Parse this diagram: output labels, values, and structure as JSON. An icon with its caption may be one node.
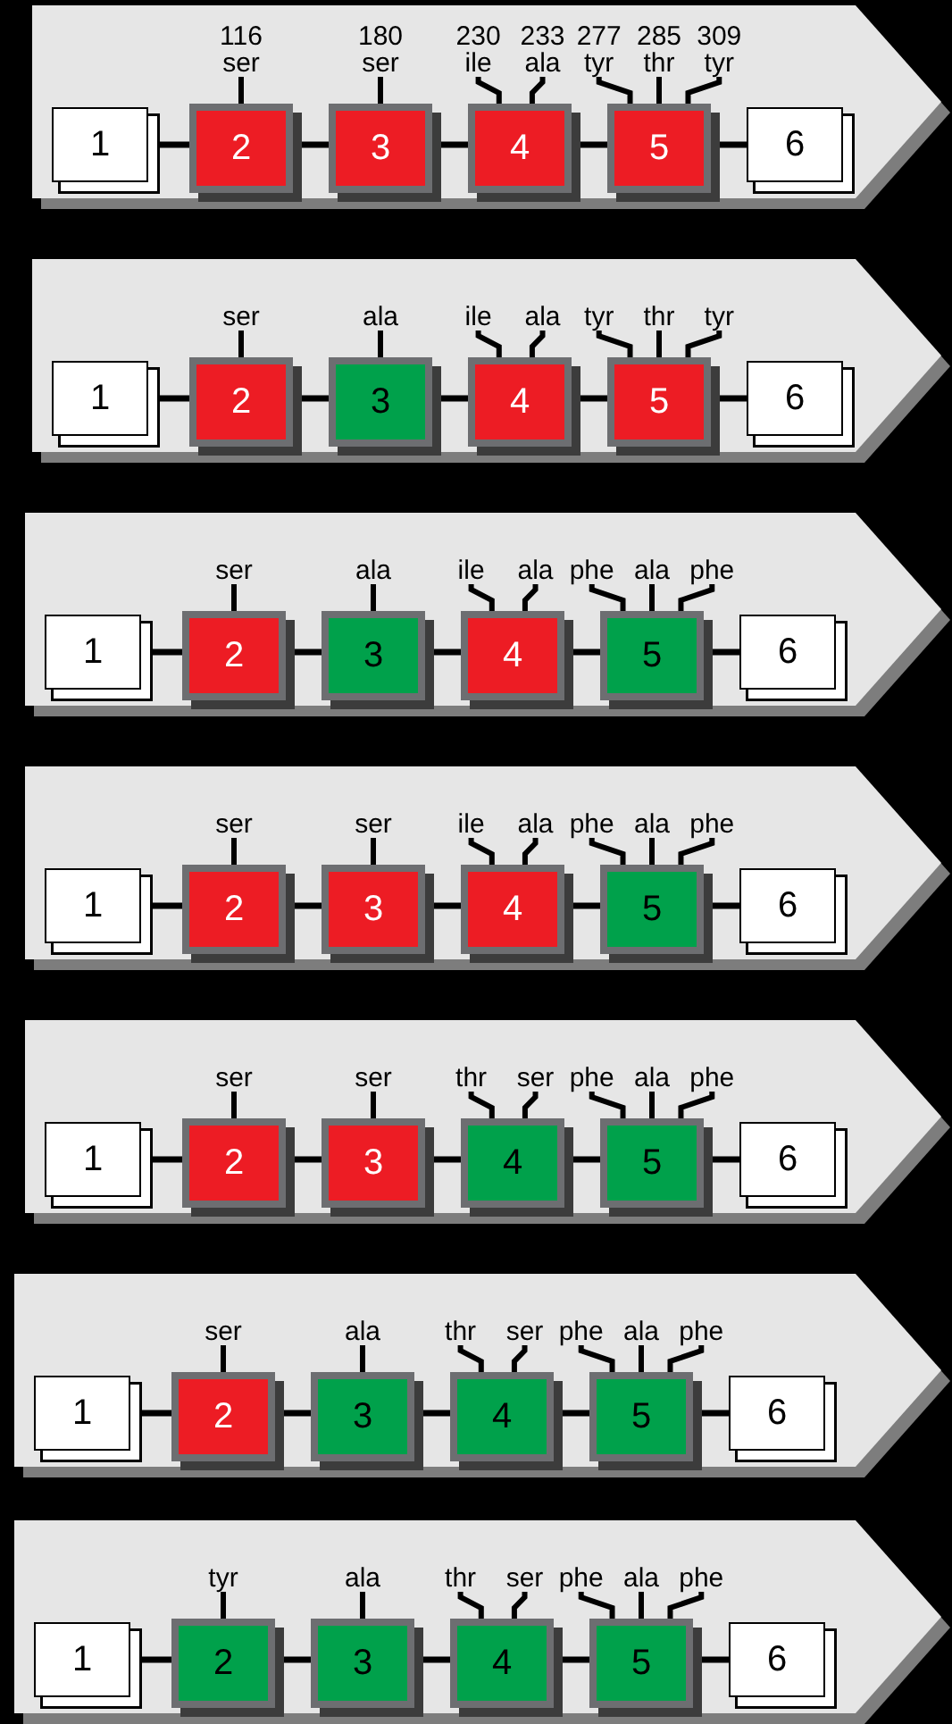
{
  "diagram": {
    "nodes": [
      {
        "text": [],
        "shape": "arrow"
      },
      {
        "text": [
          "1"
        ],
        "in": 0
      },
      {
        "text": [
          "2"
        ],
        "in": 0
      },
      {
        "text": [
          "3"
        ],
        "in": 0
      },
      {
        "text": [
          "4"
        ],
        "in": 0
      },
      {
        "text": [
          "5"
        ],
        "in": 0
      },
      {
        "text": [
          "6"
        ],
        "in": 0
      },
      {
        "text": [
          "116 ser"
        ],
        "in": 0
      },
      {
        "text": [
          "180 ser"
        ],
        "in": 0
      },
      {
        "text": [
          "230 ile"
        ],
        "in": 0
      },
      {
        "text": [
          "233 ala"
        ],
        "in": 0
      },
      {
        "text": [
          "277 tyr"
        ],
        "in": 0
      },
      {
        "text": [
          "285 thr"
        ],
        "in": 0
      },
      {
        "text": [
          "309 tyr"
        ],
        "in": 0
      },
      {
        "text": [],
        "shape": "arrow"
      },
      {
        "text": [
          "1"
        ],
        "in": 14
      },
      {
        "text": [
          "2"
        ],
        "in": 14
      },
      {
        "text": [
          "3"
        ],
        "in": 14
      },
      {
        "text": [
          "4"
        ],
        "in": 14
      },
      {
        "text": [
          "5"
        ],
        "in": 14
      },
      {
        "text": [
          "6"
        ],
        "in": 14
      },
      {
        "text": [
          "ser"
        ],
        "in": 14
      },
      {
        "text": [
          "ala"
        ],
        "in": 14
      },
      {
        "text": [
          "ile"
        ],
        "in": 14
      },
      {
        "text": [
          "ala"
        ],
        "in": 14
      },
      {
        "text": [
          "tyr"
        ],
        "in": 14
      },
      {
        "text": [
          "thr"
        ],
        "in": 14
      },
      {
        "text": [
          "tyr"
        ],
        "in": 14
      },
      {
        "text": [],
        "shape": "arrow"
      },
      {
        "text": [
          "1"
        ],
        "in": 28
      },
      {
        "text": [
          "2"
        ],
        "in": 28
      },
      {
        "text": [
          "3"
        ],
        "in": 28
      },
      {
        "text": [
          "4"
        ],
        "in": 28
      },
      {
        "text": [
          "5"
        ],
        "in": 28
      },
      {
        "text": [
          "6"
        ],
        "in": 28
      },
      {
        "text": [
          "ser"
        ],
        "in": 28
      },
      {
        "text": [
          "ala"
        ],
        "in": 28
      },
      {
        "text": [
          "ile"
        ],
        "in": 28
      },
      {
        "text": [
          "ala"
        ],
        "in": 28
      },
      {
        "text": [
          "phe"
        ],
        "in": 28
      },
      {
        "text": [
          "ala"
        ],
        "in": 28
      },
      {
        "text": [
          "phe"
        ],
        "in": 28
      },
      {
        "text": [],
        "shape": "arrow"
      },
      {
        "text": [
          "1"
        ],
        "in": 42
      },
      {
        "text": [
          "2"
        ],
        "in": 42
      },
      {
        "text": [
          "3"
        ],
        "in": 42
      },
      {
        "text": [
          "4"
        ],
        "in": 42
      },
      {
        "text": [
          "5"
        ],
        "in": 42
      },
      {
        "text": [
          "6"
        ],
        "in": 42
      },
      {
        "text": [
          "ser"
        ],
        "in": 42
      },
      {
        "text": [
          "ser"
        ],
        "in": 42
      },
      {
        "text": [
          "ile"
        ],
        "in": 42
      },
      {
        "text": [
          "ala"
        ],
        "in": 42
      },
      {
        "text": [
          "phe"
        ],
        "in": 42
      },
      {
        "text": [
          "ala"
        ],
        "in": 42
      },
      {
        "text": [
          "phe"
        ],
        "in": 42
      },
      {
        "text": [],
        "shape": "arrow"
      },
      {
        "text": [
          "1"
        ],
        "in": 56
      },
      {
        "text": [
          "2"
        ],
        "in": 56
      },
      {
        "text": [
          "3"
        ],
        "in": 56
      },
      {
        "text": [
          "4"
        ],
        "in": 56
      },
      {
        "text": [
          "5"
        ],
        "in": 56
      },
      {
        "text": [
          "6"
        ],
        "in": 56
      },
      {
        "text": [
          "ser"
        ],
        "in": 56
      },
      {
        "text": [
          "ser"
        ],
        "in": 56
      },
      {
        "text": [
          "thr"
        ],
        "in": 56
      },
      {
        "text": [
          "ser"
        ],
        "in": 56
      },
      {
        "text": [
          "phe"
        ],
        "in": 56
      },
      {
        "text": [
          "ala"
        ],
        "in": 56
      },
      {
        "text": [
          "phe"
        ],
        "in": 56
      },
      {
        "text": [],
        "shape": "arrow"
      },
      {
        "text": [
          "1"
        ],
        "in": 70
      },
      {
        "text": [
          "2"
        ],
        "in": 70
      },
      {
        "text": [
          "3"
        ],
        "in": 70
      },
      {
        "text": [
          "4"
        ],
        "in": 70
      },
      {
        "text": [
          "5"
        ],
        "in": 70
      },
      {
        "text": [
          "6"
        ],
        "in": 70
      },
      {
        "text": [
          "ser"
        ],
        "in": 70
      },
      {
        "text": [
          "ala"
        ],
        "in": 70
      },
      {
        "text": [
          "thr"
        ],
        "in": 70
      },
      {
        "text": [
          "ser"
        ],
        "in": 70
      },
      {
        "text": [
          "phe"
        ],
        "in": 70
      },
      {
        "text": [
          "ala"
        ],
        "in": 70
      },
      {
        "text": [
          "phe"
        ],
        "in": 70
      },
      {
        "text": [],
        "shape": "arrow"
      },
      {
        "text": [
          "1"
        ],
        "in": 84
      },
      {
        "text": [
          "2"
        ],
        "in": 84
      },
      {
        "text": [
          "3"
        ],
        "in": 84
      },
      {
        "text": [
          "4"
        ],
        "in": 84
      },
      {
        "text": [
          "5"
        ],
        "in": 84
      },
      {
        "text": [
          "6"
        ],
        "in": 84
      },
      {
        "text": [
          "tyr"
        ],
        "in": 84
      },
      {
        "text": [
          "ala"
        ],
        "in": 84
      },
      {
        "text": [
          "thr"
        ],
        "in": 84
      },
      {
        "text": [
          "ser"
        ],
        "in": 84
      },
      {
        "text": [
          "phe"
        ],
        "in": 84
      },
      {
        "text": [
          "ala"
        ],
        "in": 84
      },
      {
        "text": [
          "phe"
        ],
        "in": 84
      }
    ],
    "edges": [
      {
        "from": 1,
        "to": 2,
        "arrow": "none"
      },
      {
        "from": 2,
        "to": 3,
        "arrow": "none"
      },
      {
        "from": 3,
        "to": 4,
        "arrow": "none"
      },
      {
        "from": 4,
        "to": 5,
        "arrow": "none"
      },
      {
        "from": 5,
        "to": 6,
        "arrow": "none"
      },
      {
        "from": 7,
        "to": 2,
        "arrow": "none"
      },
      {
        "from": 8,
        "to": 3,
        "arrow": "none"
      },
      {
        "from": 9,
        "to": 4,
        "arrow": "none"
      },
      {
        "from": 10,
        "to": 4,
        "arrow": "none"
      },
      {
        "from": 11,
        "to": 5,
        "arrow": "none"
      },
      {
        "from": 12,
        "to": 5,
        "arrow": "none"
      },
      {
        "from": 13,
        "to": 5,
        "arrow": "none"
      },
      {
        "from": 15,
        "to": 16,
        "arrow": "none"
      },
      {
        "from": 16,
        "to": 17,
        "arrow": "none"
      },
      {
        "from": 17,
        "to": 18,
        "arrow": "none"
      },
      {
        "from": 18,
        "to": 19,
        "arrow": "none"
      },
      {
        "from": 19,
        "to": 20,
        "arrow": "none"
      },
      {
        "from": 21,
        "to": 16,
        "arrow": "none"
      },
      {
        "from": 22,
        "to": 17,
        "arrow": "none"
      },
      {
        "from": 23,
        "to": 18,
        "arrow": "none"
      },
      {
        "from": 24,
        "to": 18,
        "arrow": "none"
      },
      {
        "from": 25,
        "to": 19,
        "arrow": "none"
      },
      {
        "from": 26,
        "to": 19,
        "arrow": "none"
      },
      {
        "from": 27,
        "to": 19,
        "arrow": "none"
      },
      {
        "from": 29,
        "to": 30,
        "arrow": "none"
      },
      {
        "from": 30,
        "to": 31,
        "arrow": "none"
      },
      {
        "from": 31,
        "to": 32,
        "arrow": "none"
      },
      {
        "from": 32,
        "to": 33,
        "arrow": "none"
      },
      {
        "from": 33,
        "to": 34,
        "arrow": "none"
      },
      {
        "from": 35,
        "to": 30,
        "arrow": "none"
      },
      {
        "from": 36,
        "to": 31,
        "arrow": "none"
      },
      {
        "from": 37,
        "to": 32,
        "arrow": "none"
      },
      {
        "from": 38,
        "to": 32,
        "arrow": "none"
      },
      {
        "from": 39,
        "to": 33,
        "arrow": "none"
      },
      {
        "from": 40,
        "to": 33,
        "arrow": "none"
      },
      {
        "from": 41,
        "to": 33,
        "arrow": "none"
      },
      {
        "from": 43,
        "to": 44,
        "arrow": "none"
      },
      {
        "from": 44,
        "to": 45,
        "arrow": "none"
      },
      {
        "from": 45,
        "to": 46,
        "arrow": "none"
      },
      {
        "from": 46,
        "to": 47,
        "arrow": "none"
      },
      {
        "from": 47,
        "to": 48,
        "arrow": "none"
      },
      {
        "from": 49,
        "to": 44,
        "arrow": "none"
      },
      {
        "from": 50,
        "to": 45,
        "arrow": "none"
      },
      {
        "from": 51,
        "to": 46,
        "arrow": "none"
      },
      {
        "from": 52,
        "to": 46,
        "arrow": "none"
      },
      {
        "from": 53,
        "to": 47,
        "arrow": "none"
      },
      {
        "from": 54,
        "to": 47,
        "arrow": "none"
      },
      {
        "from": 55,
        "to": 47,
        "arrow": "none"
      },
      {
        "from": 57,
        "to": 58,
        "arrow": "none"
      },
      {
        "from": 58,
        "to": 59,
        "arrow": "none"
      },
      {
        "from": 59,
        "to": 60,
        "arrow": "none"
      },
      {
        "from": 60,
        "to": 61,
        "arrow": "none"
      },
      {
        "from": 61,
        "to": 62,
        "arrow": "none"
      },
      {
        "from": 63,
        "to": 58,
        "arrow": "none"
      },
      {
        "from": 64,
        "to": 59,
        "arrow": "none"
      },
      {
        "from": 65,
        "to": 60,
        "arrow": "none"
      },
      {
        "from": 66,
        "to": 60,
        "arrow": "none"
      },
      {
        "from": 67,
        "to": 61,
        "arrow": "none"
      },
      {
        "from": 68,
        "to": 61,
        "arrow": "none"
      },
      {
        "from": 69,
        "to": 61,
        "arrow": "none"
      },
      {
        "from": 71,
        "to": 72,
        "arrow": "none"
      },
      {
        "from": 72,
        "to": 73,
        "arrow": "none"
      },
      {
        "from": 73,
        "to": 74,
        "arrow": "none"
      },
      {
        "from": 74,
        "to": 75,
        "arrow": "none"
      },
      {
        "from": 75,
        "to": 76,
        "arrow": "none"
      },
      {
        "from": 77,
        "to": 72,
        "arrow": "none"
      },
      {
        "from": 78,
        "to": 73,
        "arrow": "none"
      },
      {
        "from": 79,
        "to": 74,
        "arrow": "none"
      },
      {
        "from": 80,
        "to": 74,
        "arrow": "none"
      },
      {
        "from": 81,
        "to": 75,
        "arrow": "none"
      },
      {
        "from": 82,
        "to": 75,
        "arrow": "none"
      },
      {
        "from": 83,
        "to": 75,
        "arrow": "none"
      },
      {
        "from": 85,
        "to": 86,
        "arrow": "none"
      },
      {
        "from": 86,
        "to": 87,
        "arrow": "none"
      },
      {
        "from": 87,
        "to": 88,
        "arrow": "none"
      },
      {
        "from": 88,
        "to": 89,
        "arrow": "none"
      },
      {
        "from": 89,
        "to": 90,
        "arrow": "none"
      },
      {
        "from": 91,
        "to": 86,
        "arrow": "none"
      },
      {
        "from": 92,
        "to": 87,
        "arrow": "none"
      },
      {
        "from": 93,
        "to": 88,
        "arrow": "none"
      },
      {
        "from": 94,
        "to": 88,
        "arrow": "none"
      },
      {
        "from": 95,
        "to": 89,
        "arrow": "none"
      },
      {
        "from": 96,
        "to": 89,
        "arrow": "none"
      },
      {
        "from": 97,
        "to": 89,
        "arrow": "none"
      }
    ]
  }
}
